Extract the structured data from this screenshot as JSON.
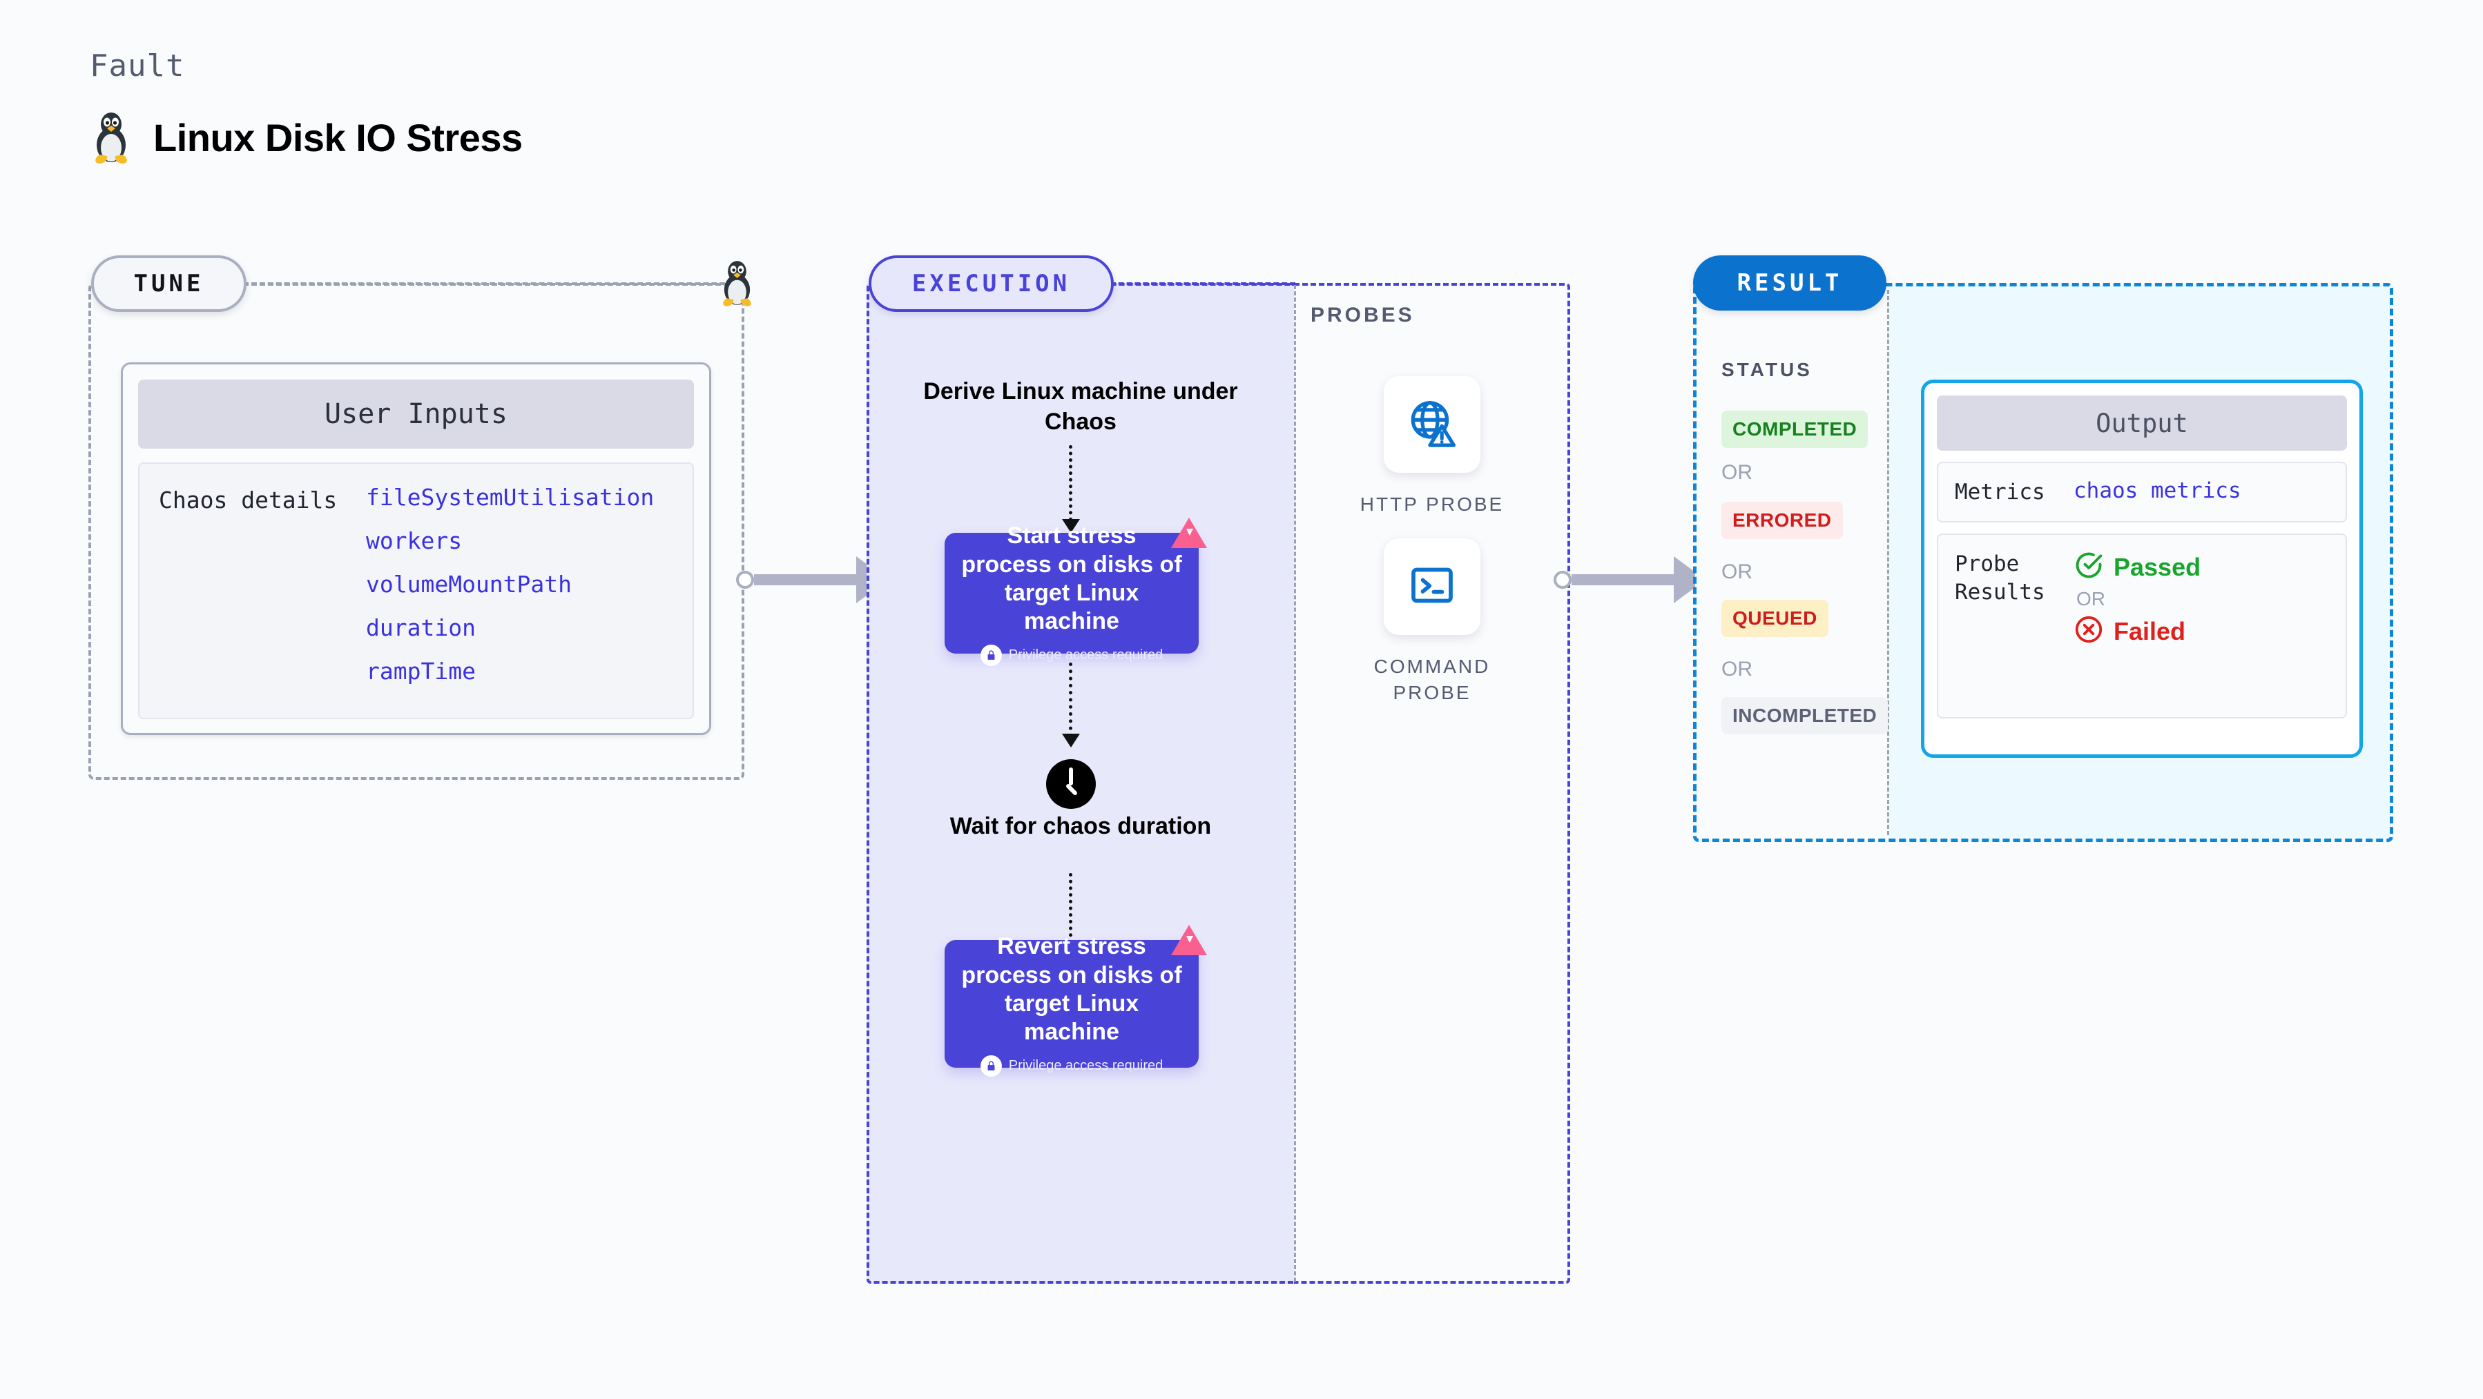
{
  "header": {
    "kicker": "Fault",
    "title": "Linux Disk IO Stress",
    "icon": "linux-penguin-icon"
  },
  "tune": {
    "pill_label": "TUNE",
    "icon": "linux-penguin-icon",
    "user_inputs": {
      "title": "User Inputs",
      "key": "Chaos details",
      "values": [
        "fileSystemUtilisation",
        "workers",
        "volumeMountPath",
        "duration",
        "rampTime"
      ]
    }
  },
  "execution": {
    "pill_label": "EXECUTION",
    "derive_step": "Derive Linux machine under Chaos",
    "start_node": {
      "title": "Start stress process on disks of target Linux machine",
      "privilege": "Privilege access required",
      "badge_icon": "chaos-fault-badge-icon",
      "lock_icon": "lock-icon"
    },
    "wait_step": {
      "label": "Wait for chaos duration",
      "icon": "clock-icon"
    },
    "revert_node": {
      "title": "Revert stress process on disks of target Linux machine",
      "privilege": "Privilege access required",
      "badge_icon": "chaos-fault-badge-icon",
      "lock_icon": "lock-icon"
    }
  },
  "probes": {
    "label": "PROBES",
    "items": [
      {
        "caption": "HTTP PROBE",
        "icon": "globe-warning-icon"
      },
      {
        "caption": "COMMAND PROBE",
        "icon": "terminal-icon"
      }
    ]
  },
  "result": {
    "pill_label": "RESULT",
    "status_label": "STATUS",
    "or_label": "OR",
    "statuses": [
      {
        "label": "COMPLETED",
        "text_color": "#17801f",
        "bg_color": "#dcf5dc"
      },
      {
        "label": "ERRORED",
        "text_color": "#cf1c1c",
        "bg_color": "#fdeaea"
      },
      {
        "label": "QUEUED",
        "text_color": "#cf1c1c",
        "bg_color": "#fdf0c6"
      },
      {
        "label": "INCOMPLETED",
        "text_color": "#5c6275",
        "bg_color": "#f1f2f6"
      }
    ],
    "output": {
      "title": "Output",
      "metrics_key": "Metrics",
      "metrics_value": "chaos metrics",
      "probe_results_key": "Probe Results",
      "passed_label": "Passed",
      "failed_label": "Failed",
      "or_label": "OR",
      "passed_icon": "check-circle-icon",
      "failed_icon": "x-circle-icon"
    }
  },
  "colors": {
    "accent_indigo": "#4a43d8",
    "accent_blue": "#0b72ce",
    "accent_cyan": "#12a5e8",
    "fault_pink": "#f9608f",
    "panel_lavender": "#e8e8fb",
    "panel_cyan": "#ecfaff"
  }
}
